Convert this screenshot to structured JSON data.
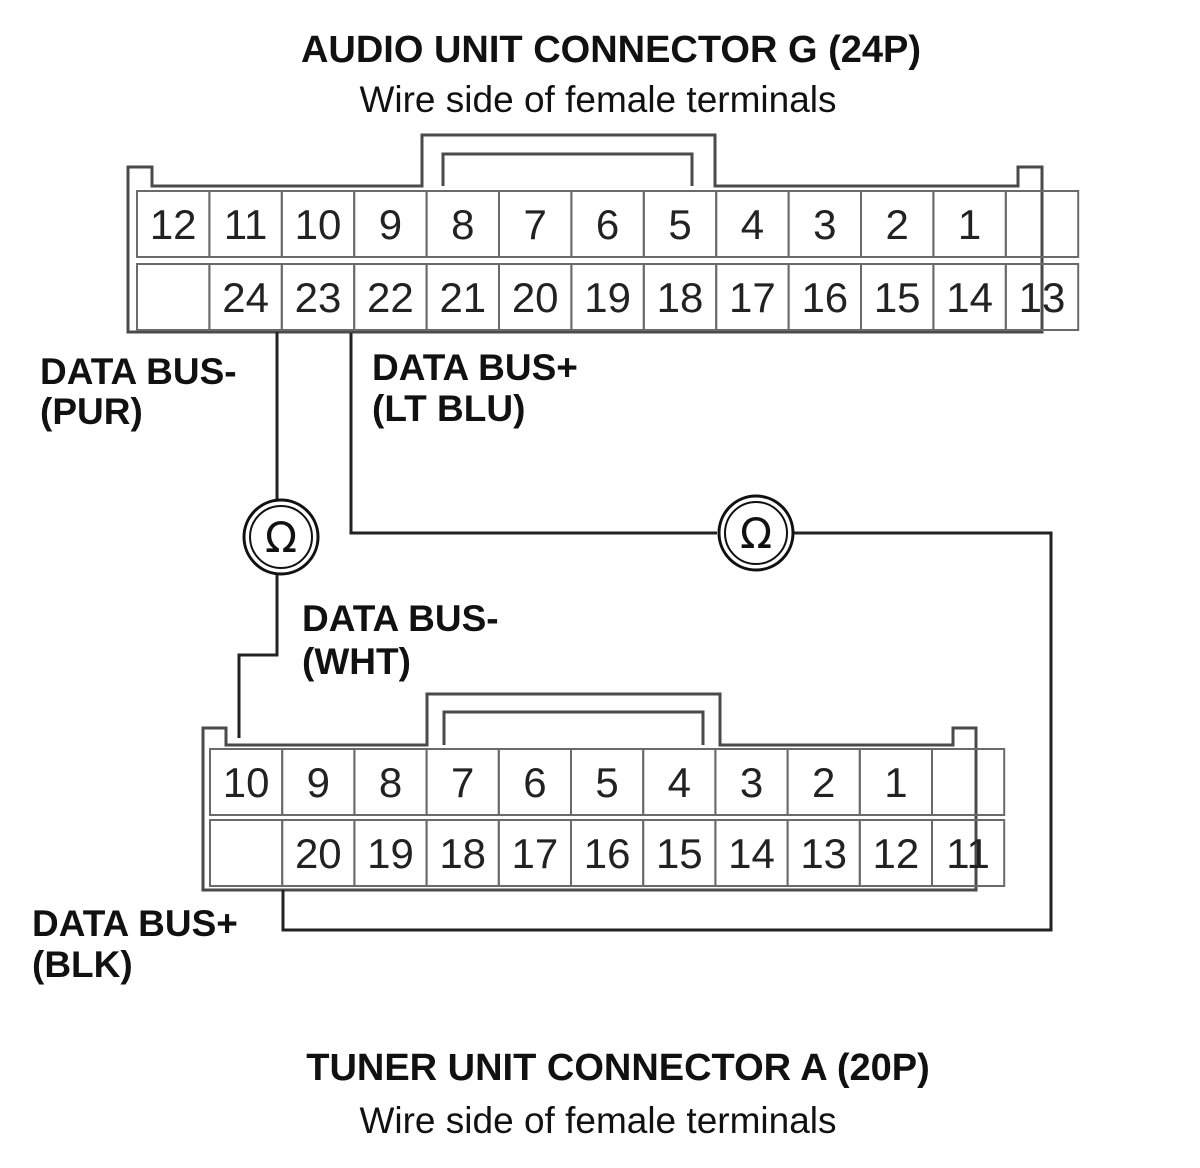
{
  "audio_connector": {
    "title": "AUDIO UNIT CONNECTOR G (24P)",
    "subtitle": "Wire side of female terminals",
    "top_row": [
      "12",
      "11",
      "10",
      "9",
      "8",
      "7",
      "6",
      "5",
      "4",
      "3",
      "2",
      "1",
      ""
    ],
    "bottom_row": [
      "",
      "24",
      "23",
      "22",
      "21",
      "20",
      "19",
      "18",
      "17",
      "16",
      "15",
      "14",
      "13"
    ]
  },
  "tuner_connector": {
    "title": "TUNER UNIT CONNECTOR A (20P)",
    "subtitle": "Wire side of female terminals",
    "top_row": [
      "10",
      "9",
      "8",
      "7",
      "6",
      "5",
      "4",
      "3",
      "2",
      "1",
      ""
    ],
    "bottom_row": [
      "",
      "20",
      "19",
      "18",
      "17",
      "16",
      "15",
      "14",
      "13",
      "12",
      "11"
    ]
  },
  "labels": {
    "audio_minus_line1": "DATA BUS-",
    "audio_minus_line2": "(PUR)",
    "audio_plus_line1": "DATA BUS+",
    "audio_plus_line2": "(LT BLU)",
    "tuner_minus_line1": "DATA BUS-",
    "tuner_minus_line2": "(WHT)",
    "tuner_plus_line1": "DATA BUS+",
    "tuner_plus_line2": "(BLK)"
  },
  "meters": [
    {
      "symbol": "Ω",
      "name": "ohmmeter-data-bus-minus"
    },
    {
      "symbol": "Ω",
      "name": "ohmmeter-data-bus-plus"
    }
  ]
}
